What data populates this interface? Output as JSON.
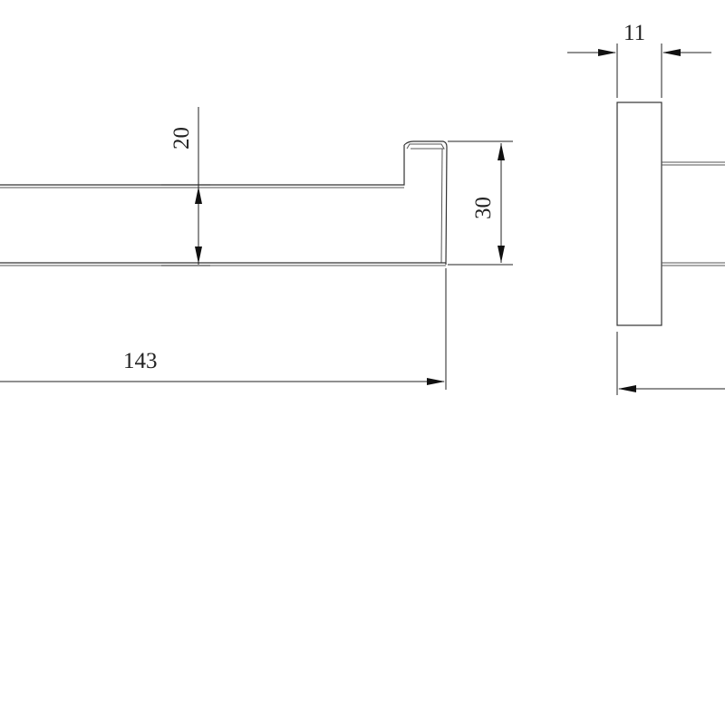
{
  "drawing": {
    "dimensions": {
      "height_20": "20",
      "height_30": "30",
      "length_143": "143",
      "width_11": "11"
    }
  }
}
